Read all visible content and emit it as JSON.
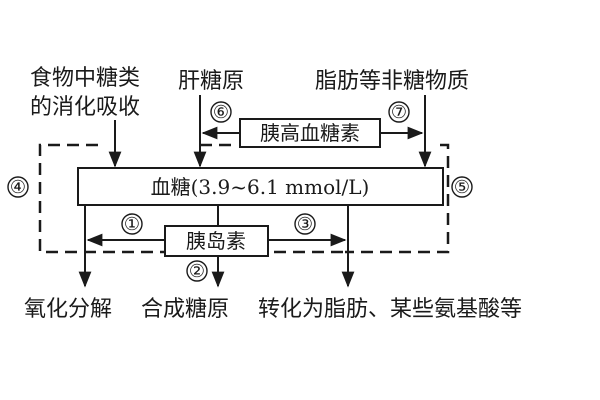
{
  "inputs": {
    "food_digestion_line1": "食物中糖类",
    "food_digestion_line2": "的消化吸收",
    "liver_glycogen": "肝糖原",
    "non_sugar": "脂肪等非糖物质"
  },
  "hormones": {
    "glucagon": "胰高血糖素",
    "insulin": "胰岛素"
  },
  "center": {
    "blood_sugar": "血糖(3.9~6.1 mmol/L)"
  },
  "outputs": {
    "oxidation": "氧化分解",
    "synthesis": "合成糖原",
    "conversion": "转化为脂肪、某些氨基酸等"
  },
  "markers": {
    "m1": "①",
    "m2": "②",
    "m3": "③",
    "m4": "④",
    "m5": "⑤",
    "m6": "⑥",
    "m7": "⑦"
  }
}
